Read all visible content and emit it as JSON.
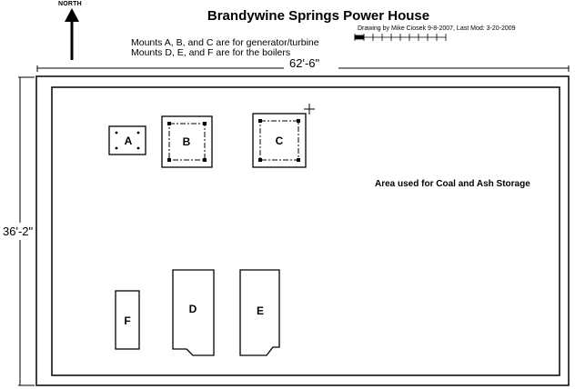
{
  "north_label": "NORTH",
  "title": "Brandywine Springs Power House",
  "credit": "Drawing by Mike Ciosek 9-8-2007, Last Mod: 3-20-2009",
  "notes": [
    "Mounts A, B, and C are for generator/turbine",
    "Mounts D, E, and F are for the boilers"
  ],
  "dimensions": {
    "width": "62'-6\"",
    "height": "36'-2\""
  },
  "mounts": [
    {
      "id": "A",
      "group": "generator/turbine"
    },
    {
      "id": "B",
      "group": "generator/turbine"
    },
    {
      "id": "C",
      "group": "generator/turbine"
    },
    {
      "id": "D",
      "group": "boilers"
    },
    {
      "id": "E",
      "group": "boilers"
    },
    {
      "id": "F",
      "group": "boilers"
    }
  ],
  "storage_label": "Area used for Coal and Ash Storage",
  "scale_bar": {
    "ticks": 11
  },
  "colors": {
    "line": "#000000",
    "background": "#ffffff"
  }
}
